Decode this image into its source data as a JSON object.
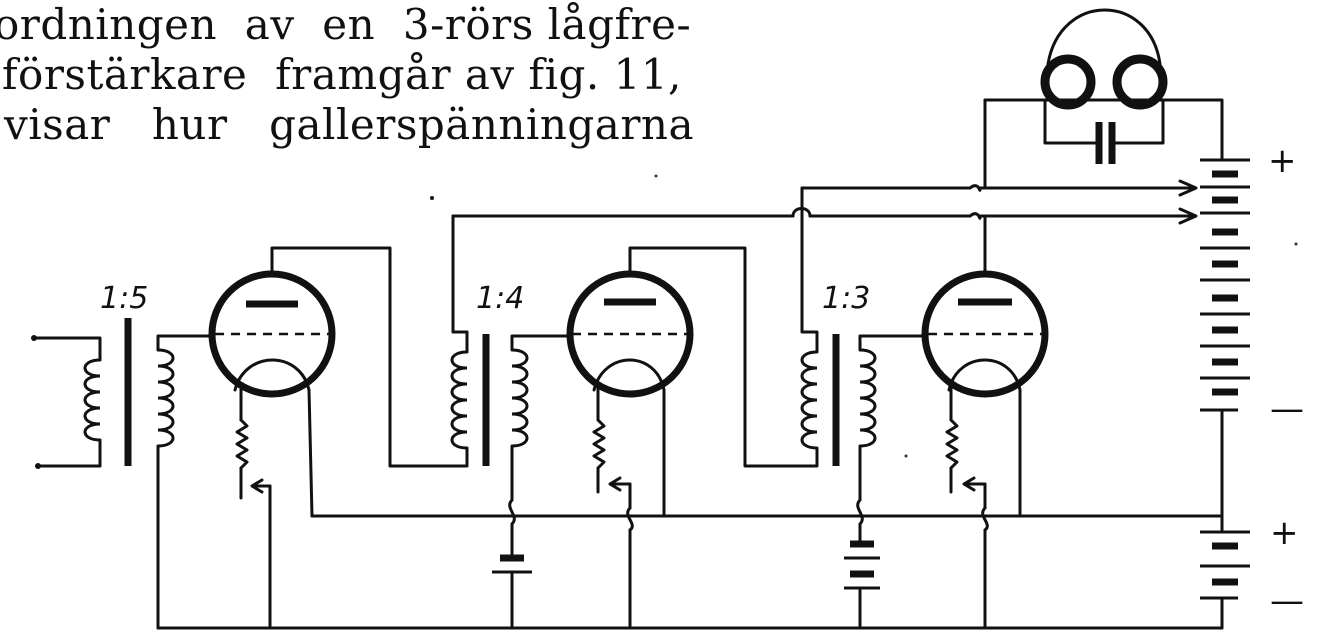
{
  "text_lines": [
    "ordningen  av  en  3-rörs lågfre-",
    "förstärkare  framgår av fig. 11,",
    "visar   hur   gallerspänningarna"
  ],
  "diagram": {
    "transformer_ratios": [
      "1:5",
      "1:4",
      "1:3"
    ],
    "battery_signs": {
      "upper_plus": "+",
      "upper_minus": "—",
      "lower_plus": "+",
      "lower_minus": "—"
    },
    "colors": {
      "ink": "#111111",
      "paper": "#ffffff"
    }
  }
}
